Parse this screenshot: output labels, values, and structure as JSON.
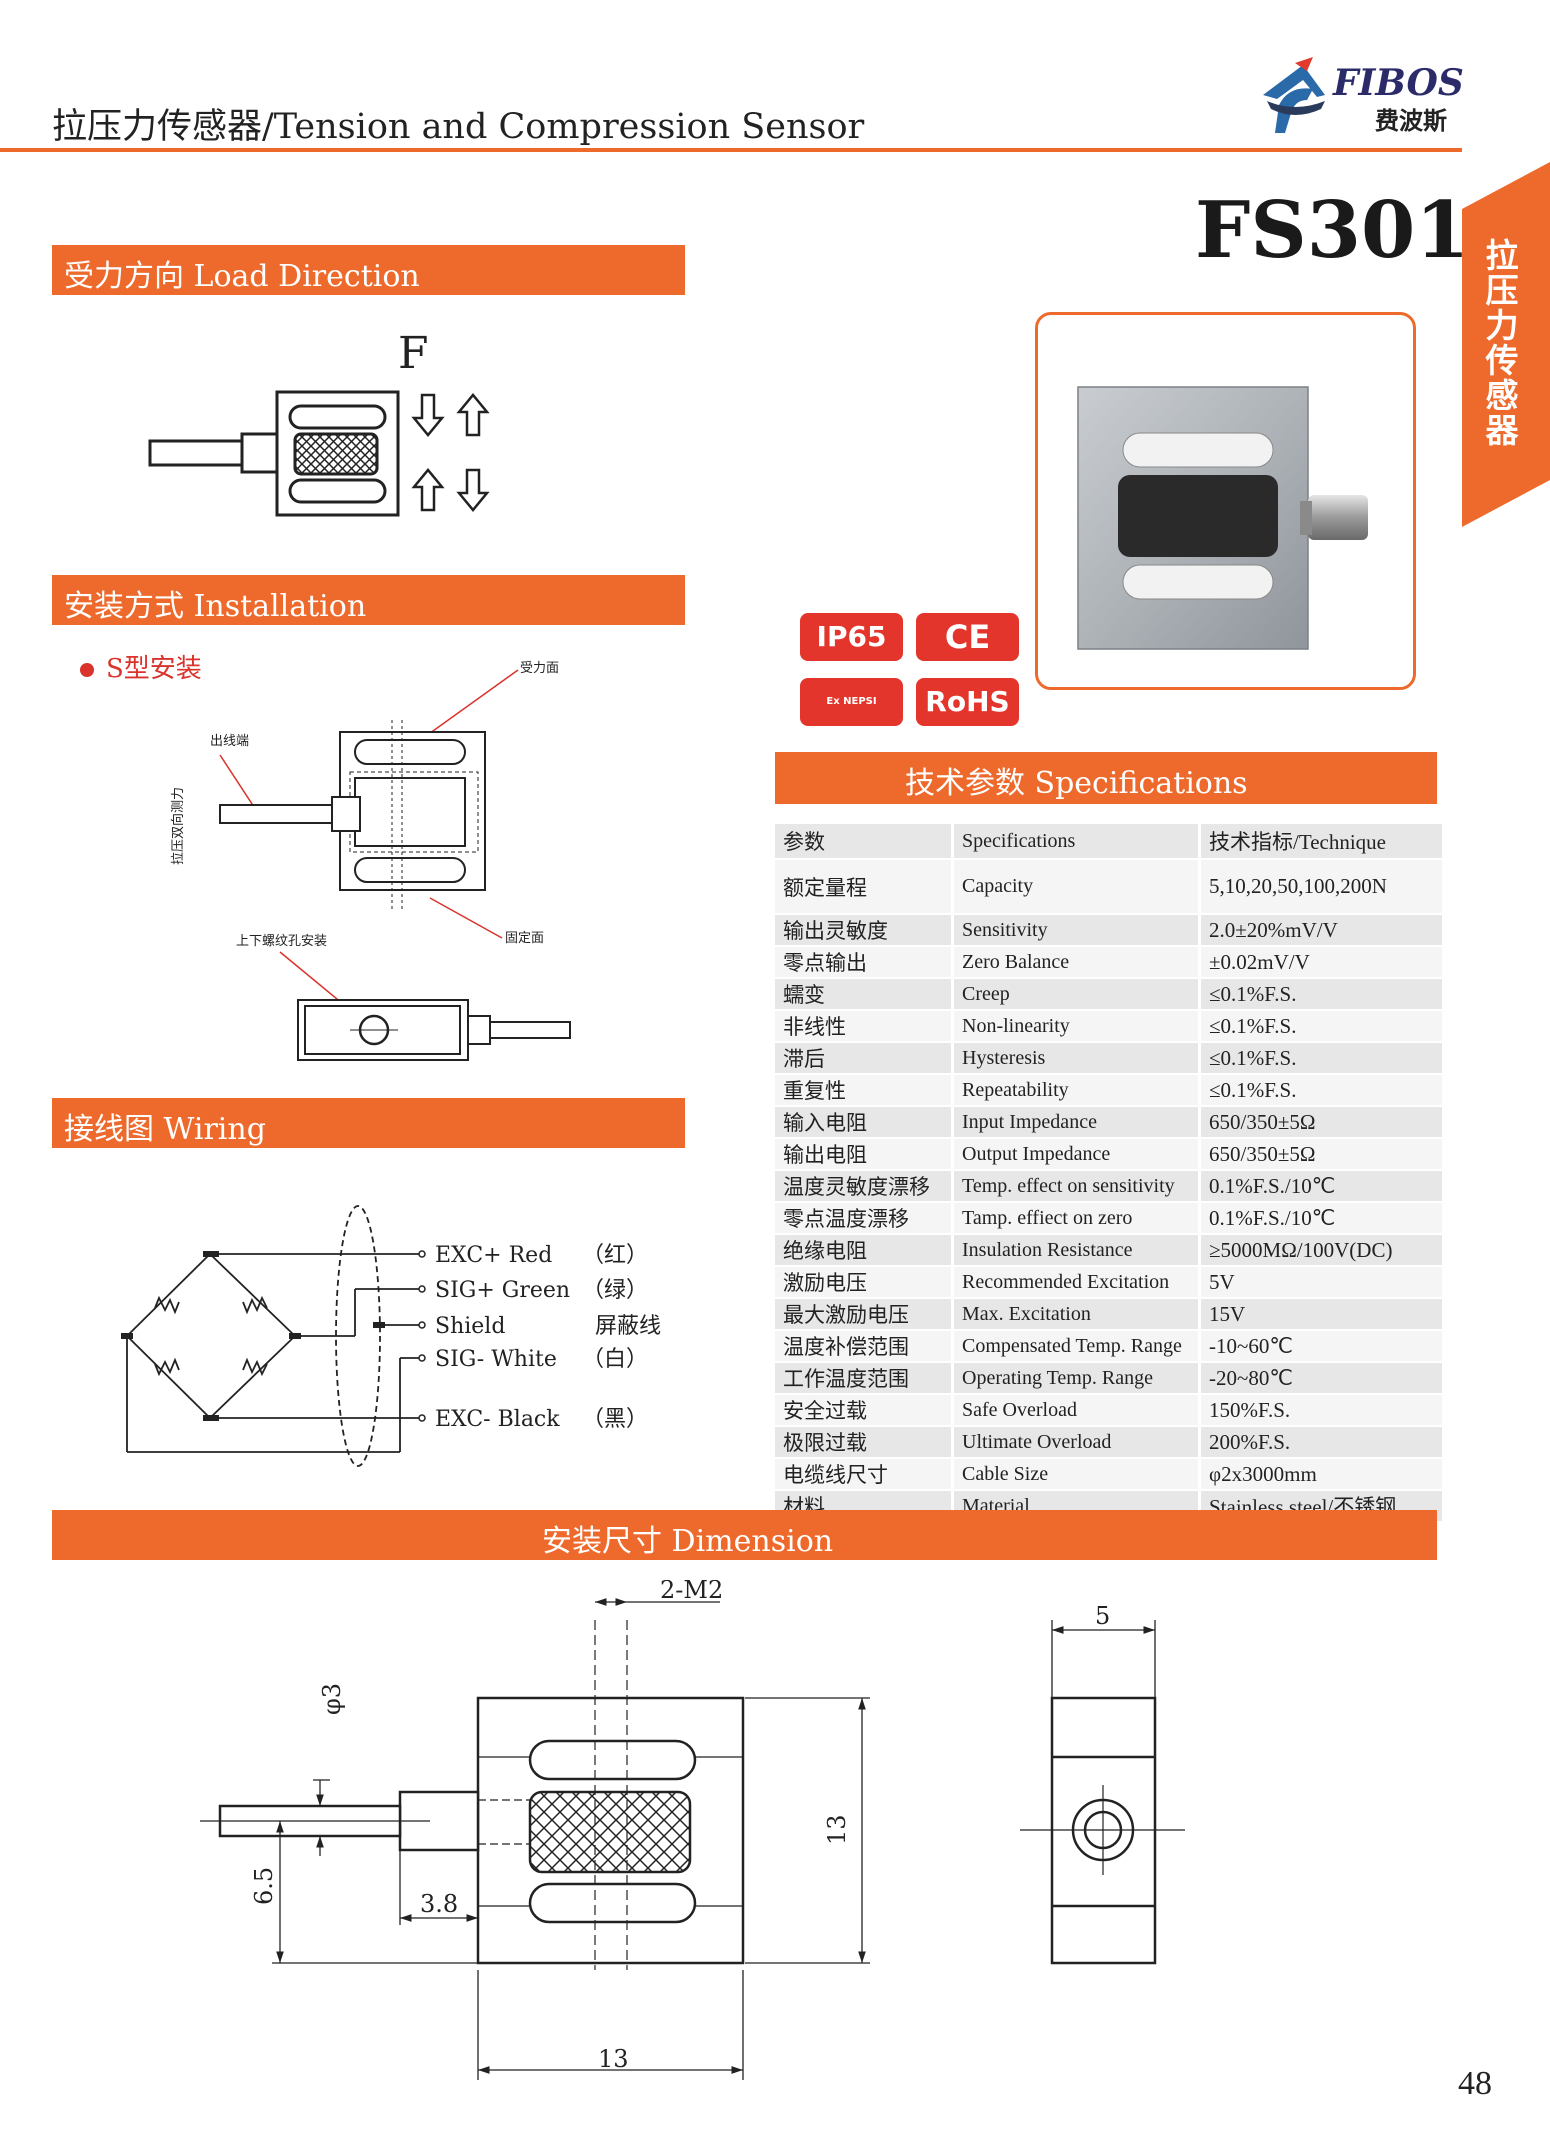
{
  "header": {
    "title": "拉压力传感器/Tension and Compression Sensor",
    "logo_text": "FIBOS",
    "logo_cn": "费波斯",
    "model": "FS301",
    "side_tab": "拉压力传感器"
  },
  "sections": {
    "load_direction": "受力方向 Load Direction",
    "installation": "安装方式 Installation",
    "installation_type": "S型安装",
    "wiring": "接线图 Wiring",
    "specifications": "技术参数 Specifications",
    "dimension": "安装尺寸 Dimension"
  },
  "load_direction": {
    "force_label": "F"
  },
  "installation_labels": {
    "force_face": "受力面",
    "cable_end": "出线端",
    "bidirectional": "拉压双向测力",
    "thread_holes": "上下螺纹孔安装",
    "fixed_face": "固定面"
  },
  "wiring": [
    {
      "signal": "EXC+",
      "color": "Red",
      "cn": "（红）"
    },
    {
      "signal": "SIG+",
      "color": "Green",
      "cn": "（绿）"
    },
    {
      "signal": "Shield",
      "color": "",
      "cn": "屏蔽线"
    },
    {
      "signal": "SIG-",
      "color": "White",
      "cn": "（白）"
    },
    {
      "signal": "EXC-",
      "color": "Black",
      "cn": "（黑）"
    }
  ],
  "certifications": [
    "IP65",
    "CE",
    "Ex NEPSI",
    "RoHS"
  ],
  "spec_header": [
    "参数",
    "Specifications",
    "技术指标/Technique"
  ],
  "spec_rows": [
    [
      "额定量程",
      "Capacity",
      "5,10,20,50,100,200N"
    ],
    [
      "输出灵敏度",
      "Sensitivity",
      "2.0±20%mV/V"
    ],
    [
      "零点输出",
      "Zero Balance",
      "±0.02mV/V"
    ],
    [
      "蠕变",
      "Creep",
      "≤0.1%F.S."
    ],
    [
      "非线性",
      "Non-linearity",
      "≤0.1%F.S."
    ],
    [
      "滞后",
      "Hysteresis",
      "≤0.1%F.S."
    ],
    [
      "重复性",
      "Repeatability",
      "≤0.1%F.S."
    ],
    [
      "输入电阻",
      "Input Impedance",
      "650/350±5Ω"
    ],
    [
      "输出电阻",
      "Output Impedance",
      "650/350±5Ω"
    ],
    [
      "温度灵敏度漂移",
      "Temp. effect on sensitivity",
      "0.1%F.S./10℃"
    ],
    [
      "零点温度漂移",
      "Tamp. effiect on zero",
      "0.1%F.S./10℃"
    ],
    [
      "绝缘电阻",
      "Insulation Resistance",
      "≥5000MΩ/100V(DC)"
    ],
    [
      "激励电压",
      "Recommended Excitation",
      "5V"
    ],
    [
      "最大激励电压",
      "Max. Excitation",
      "15V"
    ],
    [
      "温度补偿范围",
      "Compensated Temp. Range",
      "-10~60℃"
    ],
    [
      "工作温度范围",
      "Operating Temp. Range",
      "-20~80℃"
    ],
    [
      "安全过载",
      "Safe Overload",
      "150%F.S."
    ],
    [
      "极限过载",
      "Ultimate Overload",
      "200%F.S."
    ],
    [
      "电缆线尺寸",
      "Cable Size",
      "φ2x3000mm"
    ],
    [
      "材料",
      "Material",
      "Stainless steel/不锈钢"
    ]
  ],
  "dimensions": {
    "thread": "2-M2",
    "dia": "φ3",
    "height": "13",
    "width": "13",
    "offset": "6.5",
    "stub": "3.8",
    "thickness": "5"
  },
  "page_number": "48"
}
